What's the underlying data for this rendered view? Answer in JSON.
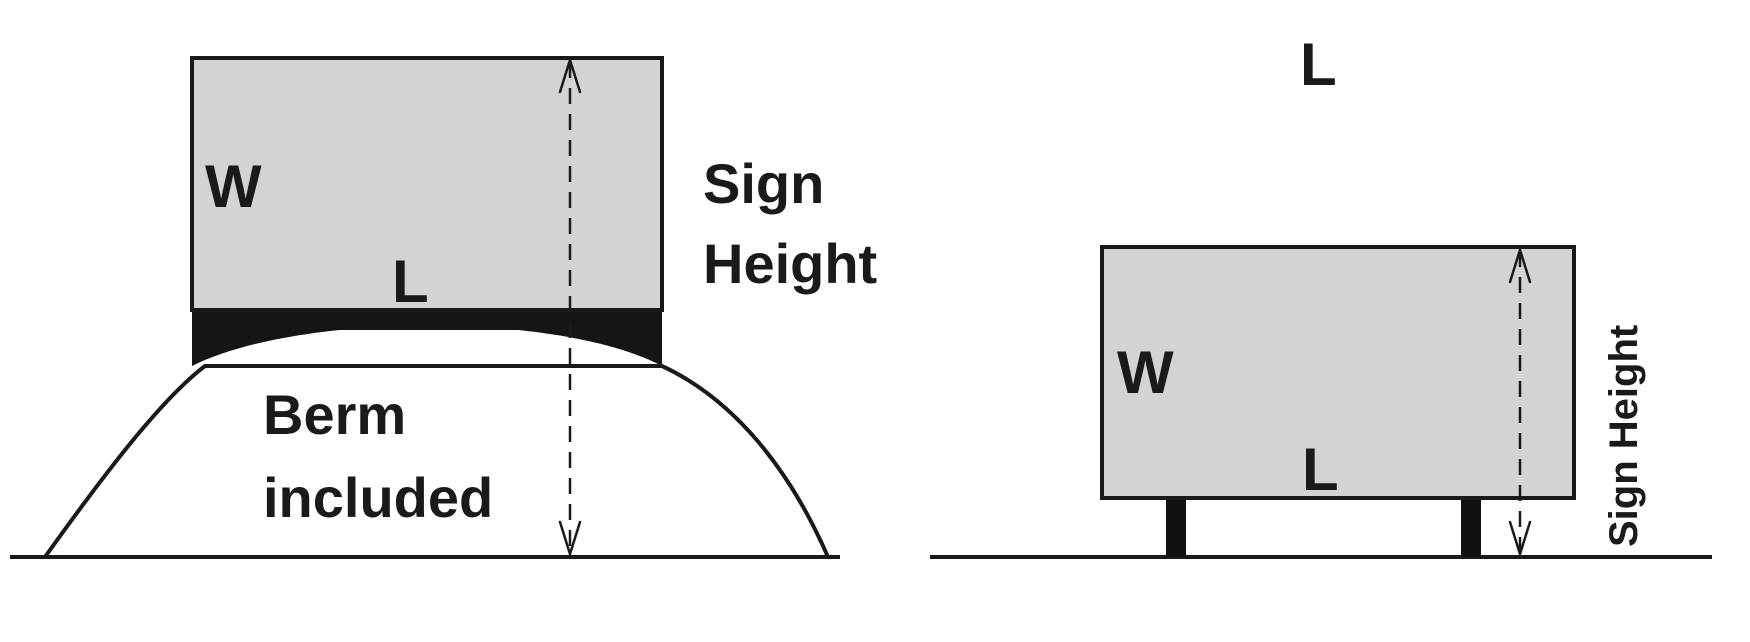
{
  "left_panel": {
    "width_label": "W",
    "length_label": "L",
    "sign_height_line1": "Sign",
    "sign_height_line2": "Height",
    "berm_line1": "Berm",
    "berm_line2": "included"
  },
  "right_panel": {
    "top_length_label": "L",
    "width_label": "W",
    "length_label": "L",
    "sign_height_label": "Sign Height"
  },
  "colors": {
    "sign_face": "#d3d3d3",
    "outline": "#1a1a1a",
    "base": "#151515",
    "background": "#ffffff"
  }
}
